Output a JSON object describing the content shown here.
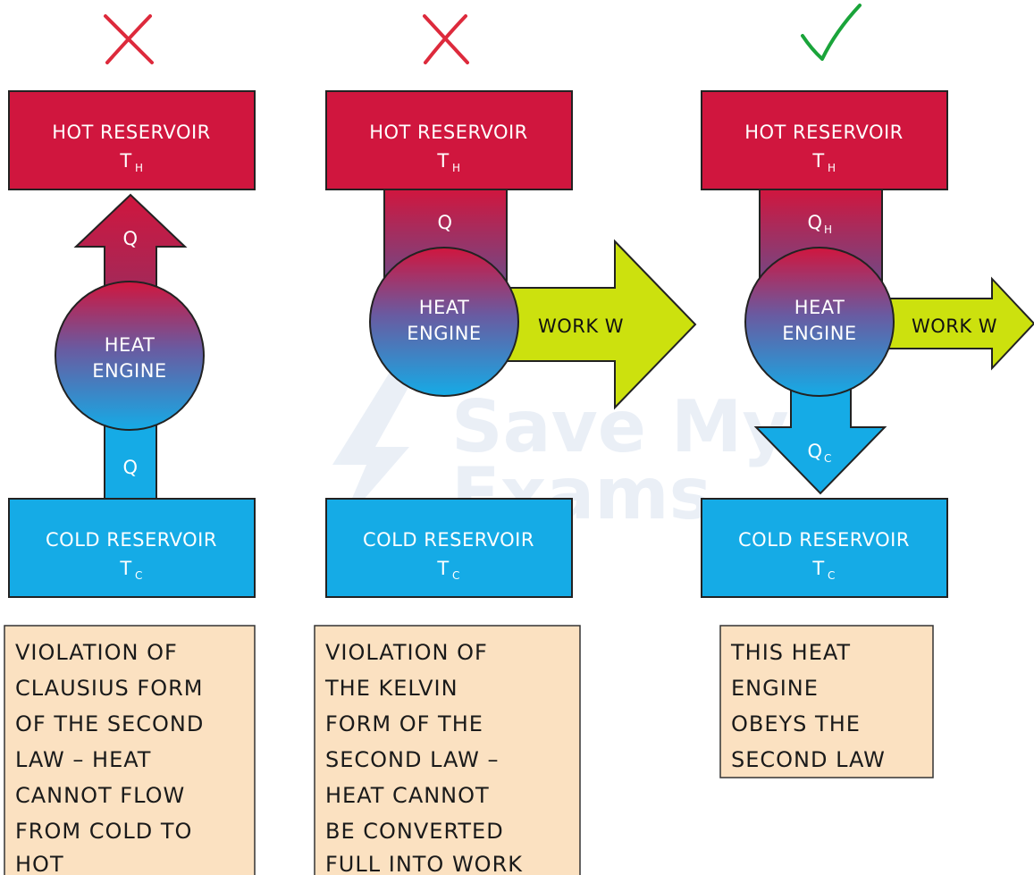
{
  "colors": {
    "hot": "#d0163e",
    "cold": "#15abe6",
    "work": "#cce10e",
    "note_bg": "#fbe1c1",
    "wrong": "#dd2a3c",
    "right": "#1aa43a"
  },
  "icons": [
    "cross-icon",
    "cross-icon",
    "check-icon"
  ],
  "watermark": {
    "line1": "Save My",
    "line2": "Exams"
  },
  "panels": [
    {
      "verdict": "cross",
      "hot": {
        "title": "HOT RESERVOIR",
        "symbol": "T",
        "sub": "H"
      },
      "cold": {
        "title": "COLD RESERVOIR",
        "symbol": "T",
        "sub": "C"
      },
      "engine": {
        "line1": "HEAT",
        "line2": "ENGINE"
      },
      "q_top": "Q",
      "q_bottom": "Q",
      "note": [
        "VIOLATION OF",
        "CLAUSIUS FORM",
        "OF THE SECOND",
        "LAW – HEAT",
        "CANNOT FLOW",
        "FROM COLD TO",
        "HOT"
      ]
    },
    {
      "verdict": "cross",
      "hot": {
        "title": "HOT RESERVOIR",
        "symbol": "T",
        "sub": "H"
      },
      "cold": {
        "title": "COLD RESERVOIR",
        "symbol": "T",
        "sub": "C"
      },
      "engine": {
        "line1": "HEAT",
        "line2": "ENGINE"
      },
      "q": "Q",
      "work": "WORK W",
      "note": [
        "VIOLATION OF",
        "THE KELVIN",
        "FORM OF THE",
        "SECOND LAW –",
        "HEAT CANNOT",
        "BE CONVERTED",
        "FULL INTO WORK"
      ]
    },
    {
      "verdict": "check",
      "hot": {
        "title": "HOT RESERVOIR",
        "symbol": "T",
        "sub": "H"
      },
      "cold": {
        "title": "COLD RESERVOIR",
        "symbol": "T",
        "sub": "C"
      },
      "engine": {
        "line1": "HEAT",
        "line2": "ENGINE"
      },
      "qh": {
        "symbol": "Q",
        "sub": "H"
      },
      "qc": {
        "symbol": "Q",
        "sub": "C"
      },
      "work": "WORK W",
      "note": [
        "THIS HEAT",
        "ENGINE",
        "OBEYS THE",
        "SECOND LAW"
      ]
    }
  ]
}
